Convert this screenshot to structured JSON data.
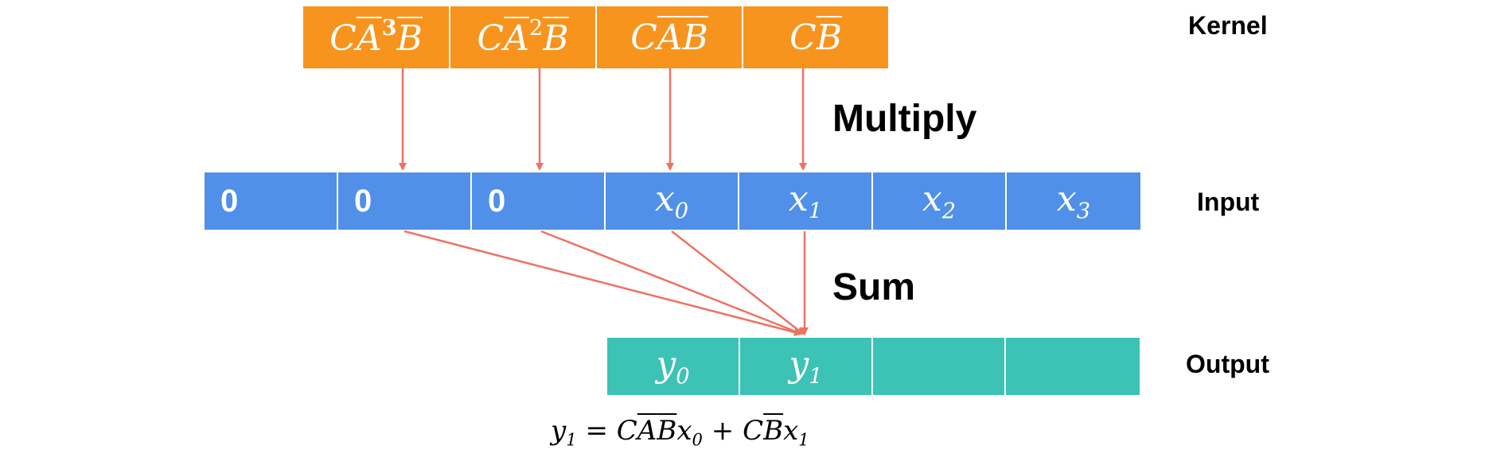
{
  "labels": {
    "kernel": "Kernel",
    "multiply": "Multiply",
    "input": "Input",
    "sum": "Sum",
    "output": "Output"
  },
  "kernel": [
    "CA³B",
    "CA²B",
    "CAB",
    "CB"
  ],
  "input": [
    "0",
    "0",
    "0",
    "x0",
    "x1",
    "x2",
    "x3"
  ],
  "output": [
    "y0",
    "y1",
    "",
    ""
  ],
  "formula": "y1 = CABx0 + CBx1",
  "colors": {
    "kernel": "#F7941D",
    "input": "#5090E8",
    "output": "#3CC3B5",
    "arrow": "#EE7262"
  }
}
